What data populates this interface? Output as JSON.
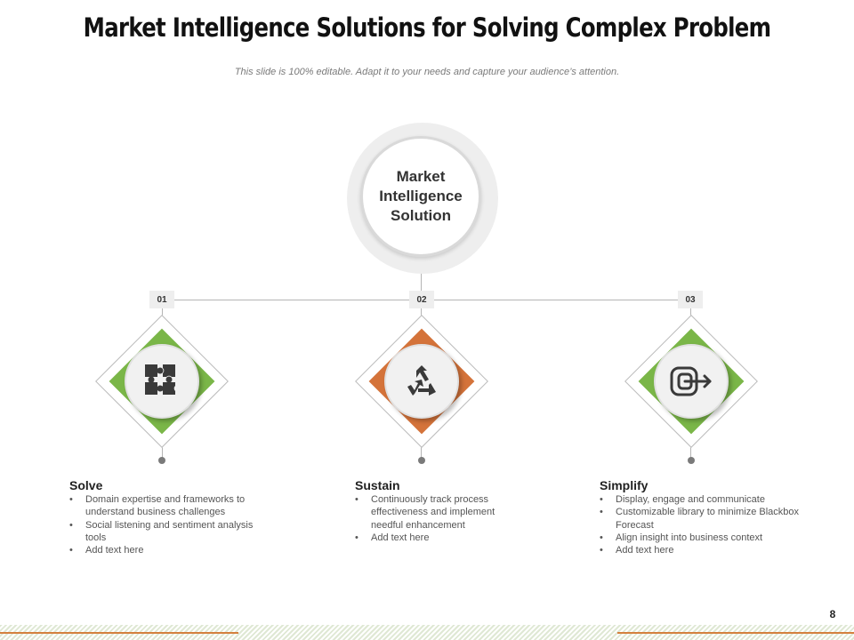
{
  "slide": {
    "title": "Market Intelligence Solutions for Solving Complex Problem",
    "subtitle": "This slide is 100% editable. Adapt it to your needs and capture your audience’s attention.",
    "page_number": "8"
  },
  "hub": {
    "label": "Market Intelligence Solution"
  },
  "nodes": [
    {
      "number": "01",
      "title": "Solve",
      "icon": "puzzle-icon",
      "accent": "#7ab648",
      "bullets": [
        "Domain expertise and frameworks to understand business challenges",
        "Social listening and sentiment analysis tools",
        "Add text here"
      ]
    },
    {
      "number": "02",
      "title": "Sustain",
      "icon": "recycle-icon",
      "accent": "#d4733a",
      "bullets": [
        "Continuously track process effectiveness and implement needful enhancement",
        "Add text here"
      ]
    },
    {
      "number": "03",
      "title": "Simplify",
      "icon": "export-icon",
      "accent": "#7ab648",
      "bullets": [
        "Display, engage and communicate",
        "Customizable library to minimize Blackbox Forecast",
        "Align insight into business context",
        "Add text here"
      ]
    }
  ],
  "colors": {
    "green": "#7ab648",
    "orange": "#d4733a",
    "line": "#b5b5b5",
    "footer_orange": "#d4803e"
  }
}
